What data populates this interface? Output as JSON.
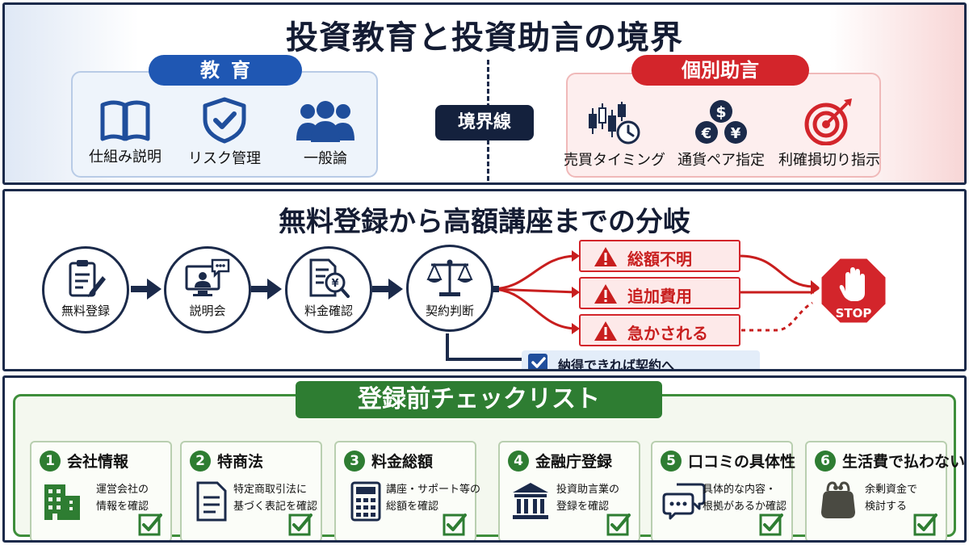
{
  "header": {
    "title": "投資教育と投資助言の境界"
  },
  "education": {
    "label": "教育",
    "items": [
      {
        "label": "仕組み説明",
        "icon": "book-icon"
      },
      {
        "label": "リスク管理",
        "icon": "shield-check-icon"
      },
      {
        "label": "一般論",
        "icon": "people-group-icon"
      }
    ]
  },
  "boundary": {
    "label": "境界線"
  },
  "advice": {
    "label": "個別助言",
    "items": [
      {
        "label": "売買タイミング",
        "icon": "candlestick-clock-icon"
      },
      {
        "label": "通貨ペア指定",
        "icon": "currency-coins-icon"
      },
      {
        "label": "利確損切り指示",
        "icon": "target-arrow-icon"
      }
    ]
  },
  "flow": {
    "title": "無料登録から高額講座までの分岐",
    "steps": [
      {
        "label": "無料登録",
        "icon": "clipboard-pen-icon"
      },
      {
        "label": "説明会",
        "icon": "monitor-presenter-icon"
      },
      {
        "label": "料金確認",
        "icon": "document-yen-magnifier-icon"
      },
      {
        "label": "契約判断",
        "icon": "scales-icon"
      }
    ],
    "warnings": [
      "総額不明",
      "追加費用",
      "急かされる"
    ],
    "stop_label": "STOP",
    "ok_label": "納得できれば契約へ"
  },
  "checklist": {
    "title": "登録前チェックリスト",
    "items": [
      {
        "num": "1",
        "title": "会社情報",
        "desc": [
          "運営会社の",
          "情報を確認"
        ],
        "icon": "building-icon"
      },
      {
        "num": "2",
        "title": "特商法",
        "desc": [
          "特定商取引法に",
          "基づく表記を確認"
        ],
        "icon": "document-icon"
      },
      {
        "num": "3",
        "title": "料金総額",
        "desc": [
          "講座・サポート等の",
          "総額を確認"
        ],
        "icon": "calculator-icon"
      },
      {
        "num": "4",
        "title": "金融庁登録",
        "desc": [
          "投資助言業の",
          "登録を確認"
        ],
        "icon": "government-building-icon"
      },
      {
        "num": "5",
        "title": "口コミの具体性",
        "desc": [
          "具体的な内容・",
          "根拠があるか確認"
        ],
        "icon": "speech-bubbles-icon"
      },
      {
        "num": "6",
        "title": "生活費で払わない",
        "desc": [
          "余剰資金で",
          "検討する"
        ],
        "icon": "wallet-purse-icon"
      }
    ]
  },
  "colors": {
    "navy": "#1b2a4a",
    "blue": "#1f57b3",
    "red": "#d3252b",
    "green": "#2e7d32"
  }
}
